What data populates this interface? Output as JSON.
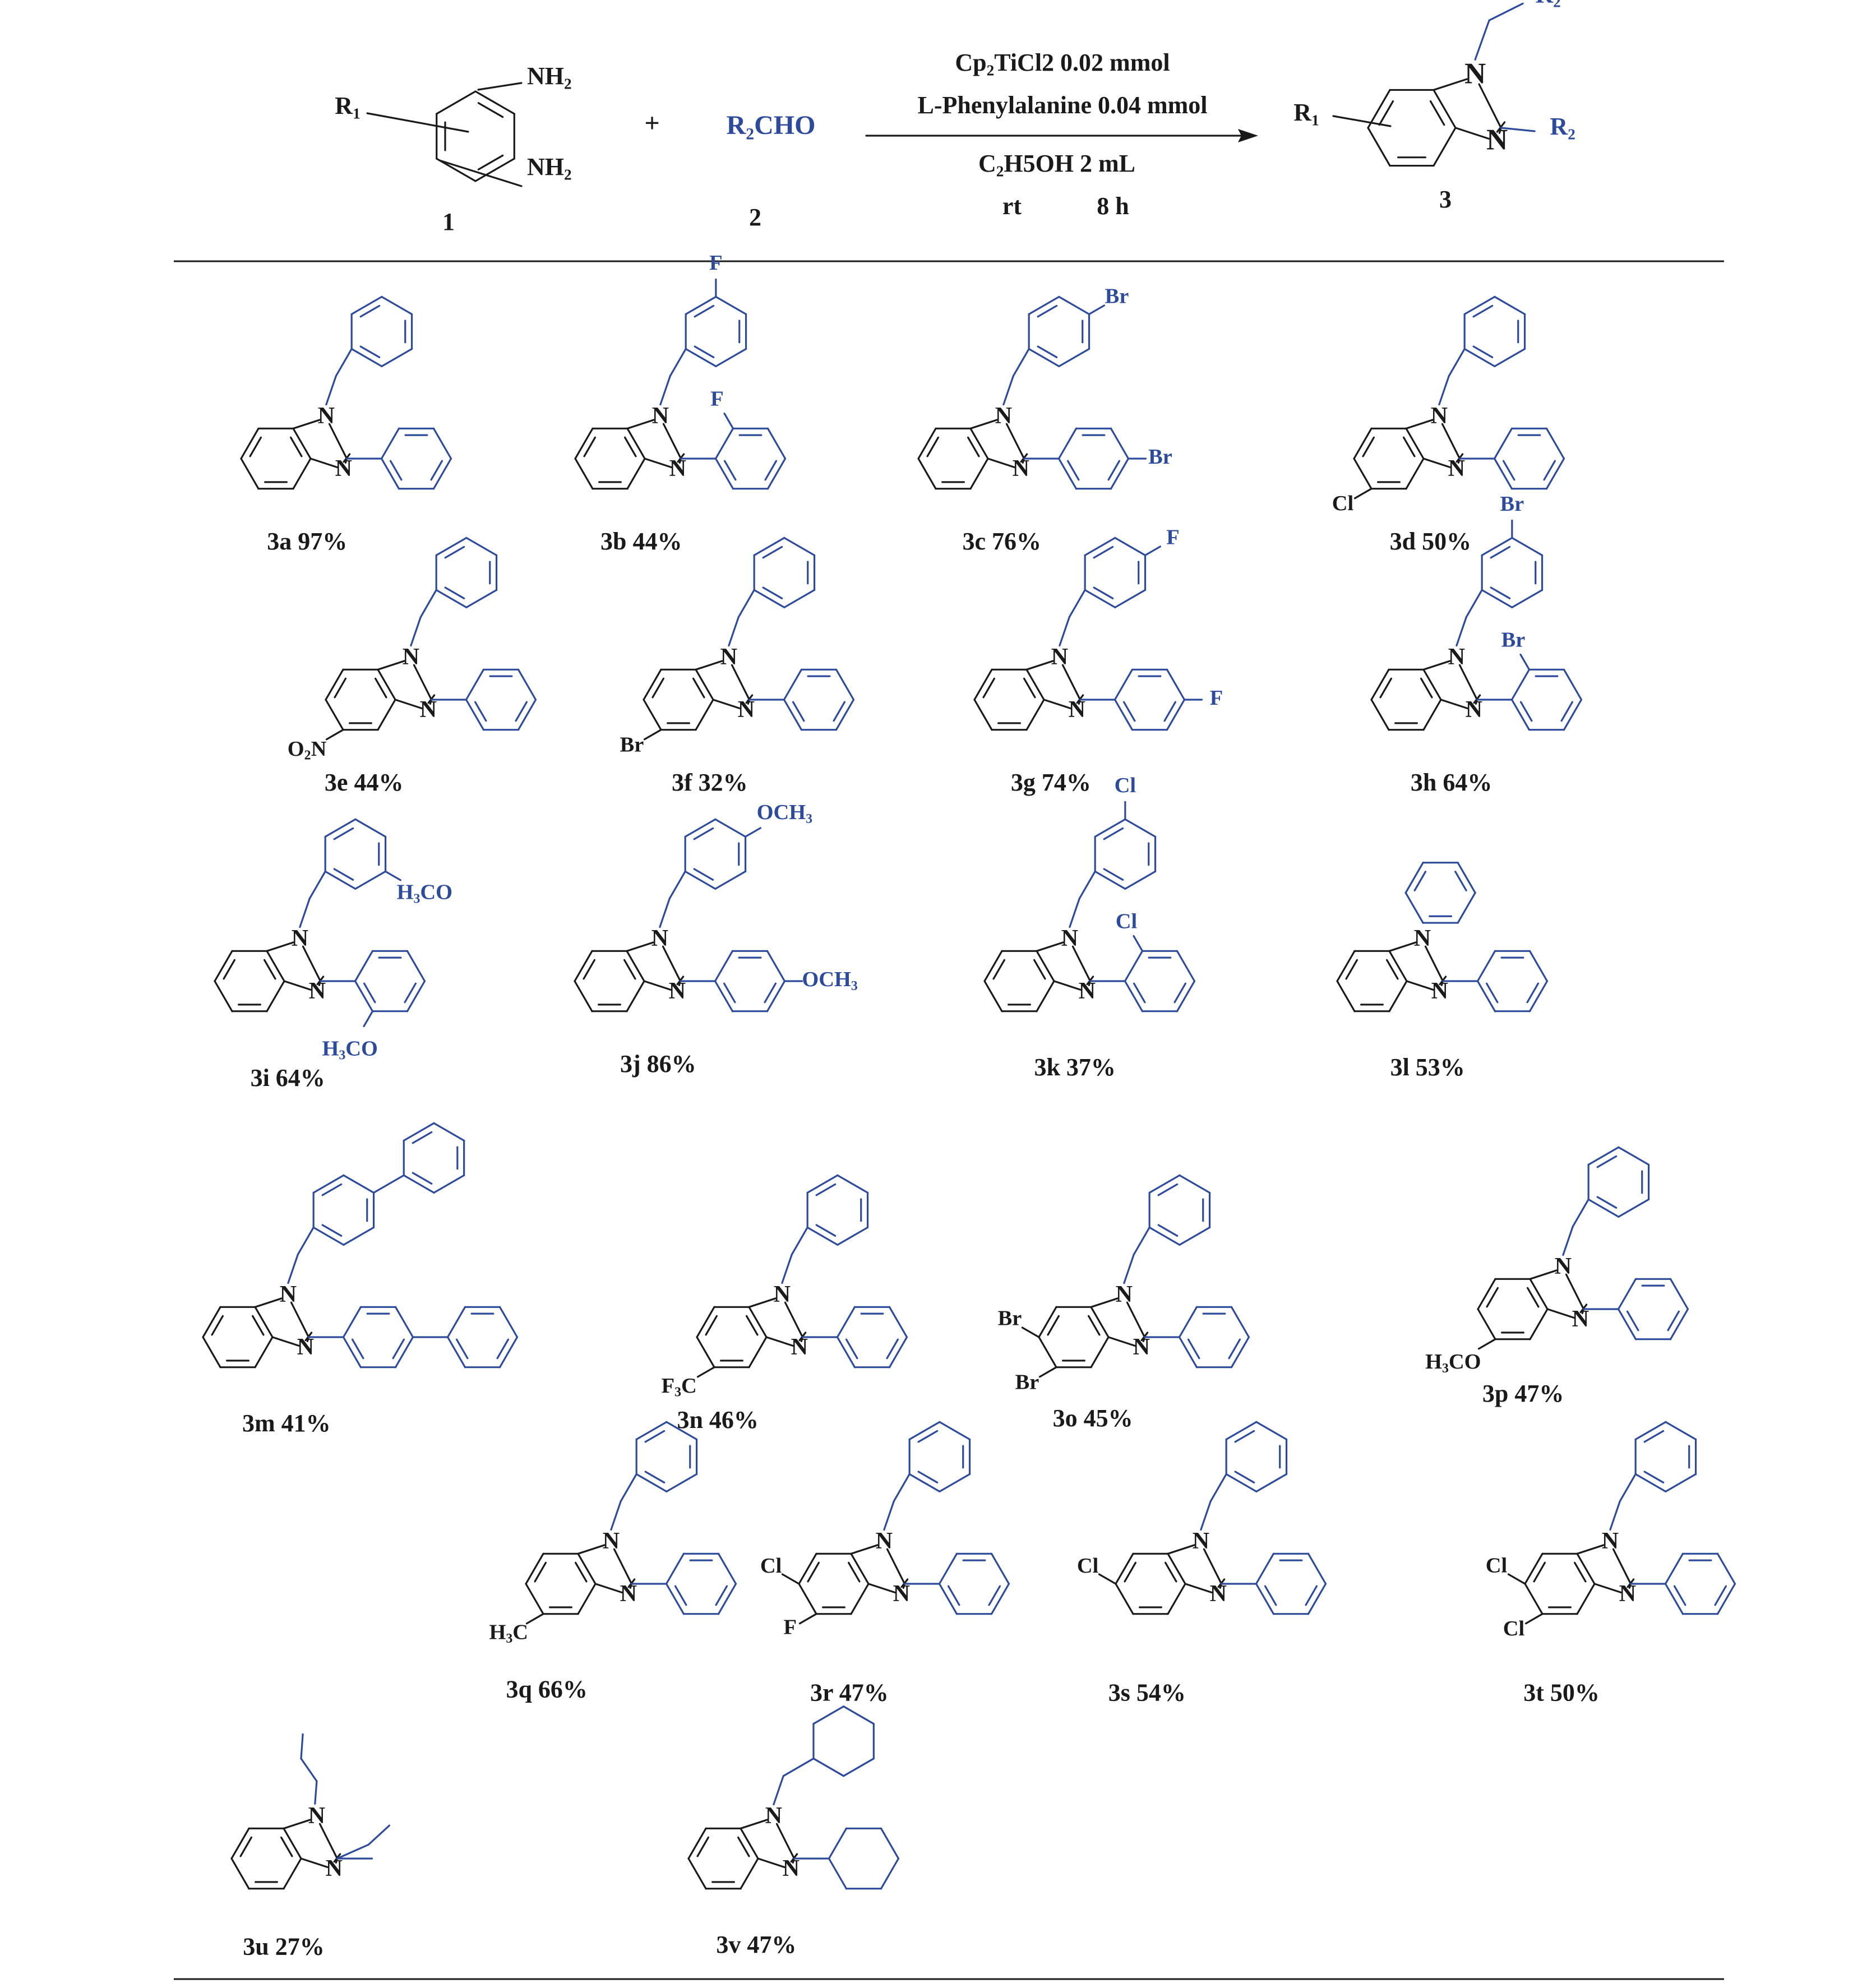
{
  "colors": {
    "core": "#1a1a1a",
    "substituent": "#2e4a9a",
    "background": "#ffffff"
  },
  "reaction": {
    "reactant1": {
      "number": "1",
      "r_group": "R1",
      "amine_label": "NH2"
    },
    "plus_sign": "+",
    "reactant2": {
      "number": "2",
      "formula": "R2CHO"
    },
    "conditions": {
      "catalyst": "Cp2TiCl2 0.02 mmol",
      "ligand": "L-Phenylalanine 0.04 mmol",
      "solvent": "C2H5OH 2 mL",
      "temperature": "rt",
      "time": "8 h"
    },
    "product": {
      "number": "3",
      "r1": "R1",
      "r2": "R2",
      "n_label": "N"
    }
  },
  "products": [
    {
      "id": "3a",
      "yield": "97%",
      "caption": "3a 97%"
    },
    {
      "id": "3b",
      "yield": "44%",
      "caption": "3b 44%",
      "substituents": [
        "F",
        "F"
      ]
    },
    {
      "id": "3c",
      "yield": "76%",
      "caption": "3c 76%",
      "substituents": [
        "Br",
        "Br"
      ]
    },
    {
      "id": "3d",
      "yield": "50%",
      "caption": "3d 50%",
      "substituents": [
        "Cl"
      ]
    },
    {
      "id": "3e",
      "yield": "44%",
      "caption": "3e 44%",
      "substituents": [
        "O2N"
      ]
    },
    {
      "id": "3f",
      "yield": "32%",
      "caption": "3f  32%",
      "substituents": [
        "Br"
      ]
    },
    {
      "id": "3g",
      "yield": "74%",
      "caption": "3g 74%",
      "substituents": [
        "F",
        "F"
      ]
    },
    {
      "id": "3h",
      "yield": "64%",
      "caption": "3h 64%",
      "substituents": [
        "Br",
        "Br"
      ]
    },
    {
      "id": "3i",
      "yield": "64%",
      "caption": "3i 64%",
      "substituents": [
        "H3CO",
        "H3CO"
      ]
    },
    {
      "id": "3j",
      "yield": "86%",
      "caption": "3j 86%",
      "substituents": [
        "OCH3",
        "OCH3"
      ]
    },
    {
      "id": "3k",
      "yield": "37%",
      "caption": "3k 37%",
      "substituents": [
        "Cl",
        "Cl"
      ]
    },
    {
      "id": "3l",
      "yield": "53%",
      "caption": "3l 53%"
    },
    {
      "id": "3m",
      "yield": "41%",
      "caption": "3m 41%"
    },
    {
      "id": "3n",
      "yield": "46%",
      "caption": "3n 46%",
      "substituents": [
        "F3C"
      ]
    },
    {
      "id": "3o",
      "yield": "45%",
      "caption": "3o 45%",
      "substituents": [
        "Br",
        "Br"
      ]
    },
    {
      "id": "3p",
      "yield": "47%",
      "caption": "3p 47%",
      "substituents": [
        "H3CO"
      ]
    },
    {
      "id": "3q",
      "yield": "66%",
      "caption": "3q 66%",
      "substituents": [
        "H3C"
      ]
    },
    {
      "id": "3r",
      "yield": "47%",
      "caption": "3r 47%",
      "substituents": [
        "Cl",
        "F"
      ]
    },
    {
      "id": "3s",
      "yield": "54%",
      "caption": "3s  54%",
      "substituents": [
        "Cl"
      ]
    },
    {
      "id": "3t",
      "yield": "50%",
      "caption": "3t 50%",
      "substituents": [
        "Cl",
        "Cl"
      ]
    },
    {
      "id": "3u",
      "yield": "27%",
      "caption": "3u 27%"
    },
    {
      "id": "3v",
      "yield": "47%",
      "caption": "3v 47%"
    }
  ]
}
